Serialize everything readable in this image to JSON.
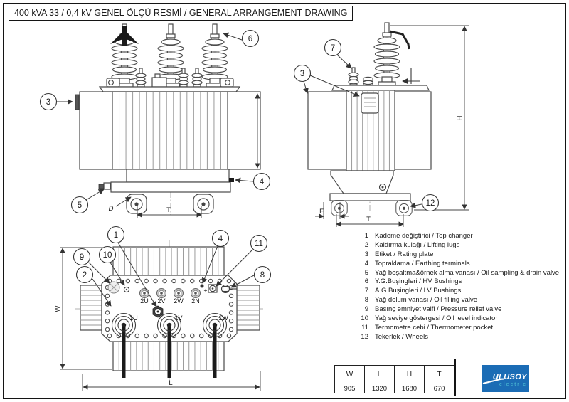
{
  "page": {
    "title": "400 kVA 33 / 0,4 kV  GENEL ÖLÇÜ RESMİ / GENERAL ARRANGEMENT DRAWING"
  },
  "parts_list": [
    {
      "no": "1",
      "label": "Kademe değiştirici / Top changer"
    },
    {
      "no": "2",
      "label": "Kaldırma kulağı / Lifting lugs"
    },
    {
      "no": "3",
      "label": "Etiket / Rating plate"
    },
    {
      "no": "4",
      "label": "Topraklama / Earthing terminals"
    },
    {
      "no": "5",
      "label": "Yağ boşaltma&örnek alma vanası / Oil sampling & drain valve"
    },
    {
      "no": "6",
      "label": "Y.G.Buşingleri / HV Bushings"
    },
    {
      "no": "7",
      "label": "A.G.Buşingleri / LV Bushings"
    },
    {
      "no": "8",
      "label": "Yağ dolum vanası / Oil filling valve"
    },
    {
      "no": "9",
      "label": "Basınç emniyet valfi / Pressure relief valve"
    },
    {
      "no": "10",
      "label": "Yağ seviye göstergesi / Oil level indicator"
    },
    {
      "no": "11",
      "label": "Termometre cebi / Thermometer pocket"
    },
    {
      "no": "12",
      "label": "Tekerlek / Wheels"
    }
  ],
  "dim_table": {
    "headers": [
      "W",
      "L",
      "H",
      "T"
    ],
    "values": [
      "905",
      "1320",
      "1680",
      "670"
    ]
  },
  "logo": {
    "name": "ULUSOY",
    "sub": "electric",
    "blue": "#1b6cb5",
    "cyan": "#4fc3d6"
  },
  "labels": {
    "front": {
      "callout_3": "3",
      "callout_6": "6",
      "callout_4": "4",
      "callout_5": "5",
      "dim_d": "D",
      "dim_t": "T"
    },
    "side": {
      "callout_7": "7",
      "callout_3": "3",
      "callout_12": "12",
      "dim_f": "F",
      "dim_t": "T",
      "dim_h": "H"
    },
    "top": {
      "callout_1": "1",
      "callout_2": "2",
      "callout_4": "4",
      "callout_8": "8",
      "callout_9": "9",
      "callout_10": "10",
      "callout_11": "11",
      "dim_w": "W",
      "dim_l": "L",
      "plus_mark": "+",
      "hv": [
        "1U",
        "1V",
        "1W"
      ],
      "lv": [
        "2U",
        "2V",
        "2W",
        "2N"
      ]
    }
  }
}
